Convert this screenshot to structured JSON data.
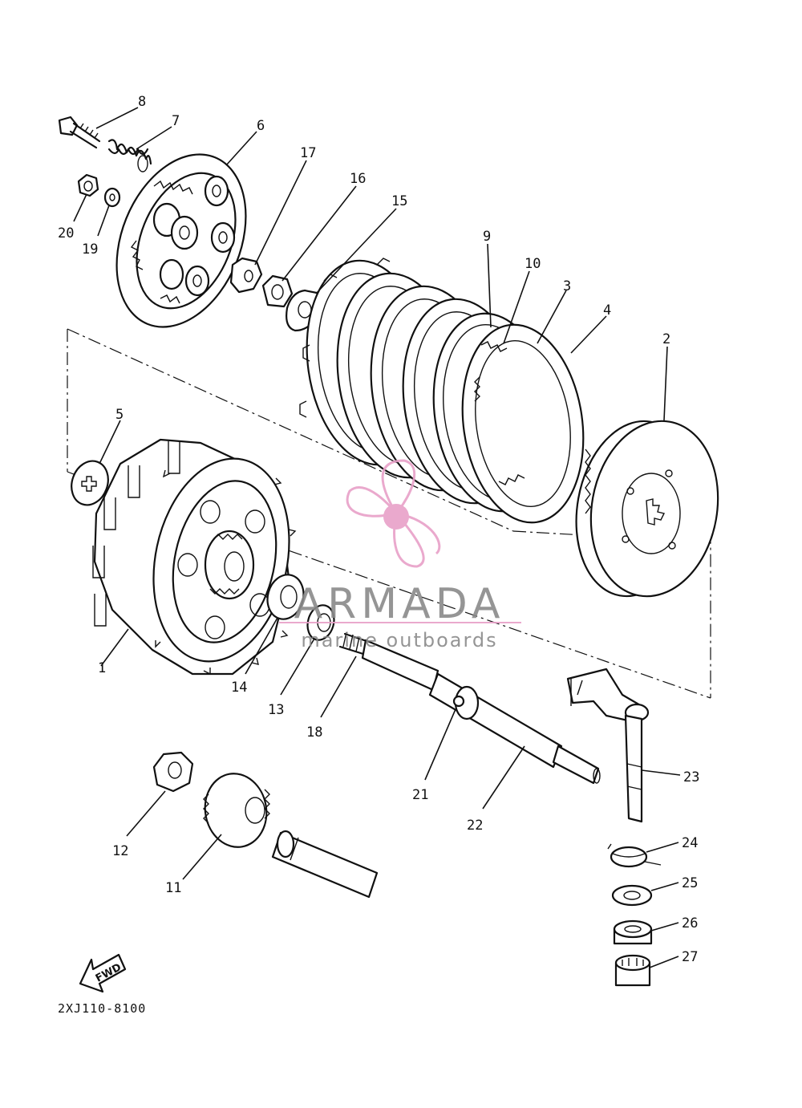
{
  "diagram": {
    "drawing_code": "2XJ110-8100",
    "fwd_label": "FWD"
  },
  "watermark": {
    "brand": "ARMADA",
    "tagline": "marine outboards",
    "accent_color": "#e8a0c8",
    "text_color": "#8a8a8a"
  },
  "callouts": [
    "1",
    "2",
    "3",
    "4",
    "5",
    "6",
    "7",
    "8",
    "9",
    "10",
    "11",
    "12",
    "13",
    "14",
    "15",
    "16",
    "17",
    "18",
    "19",
    "20",
    "21",
    "22",
    "23",
    "24",
    "25",
    "26",
    "27"
  ]
}
